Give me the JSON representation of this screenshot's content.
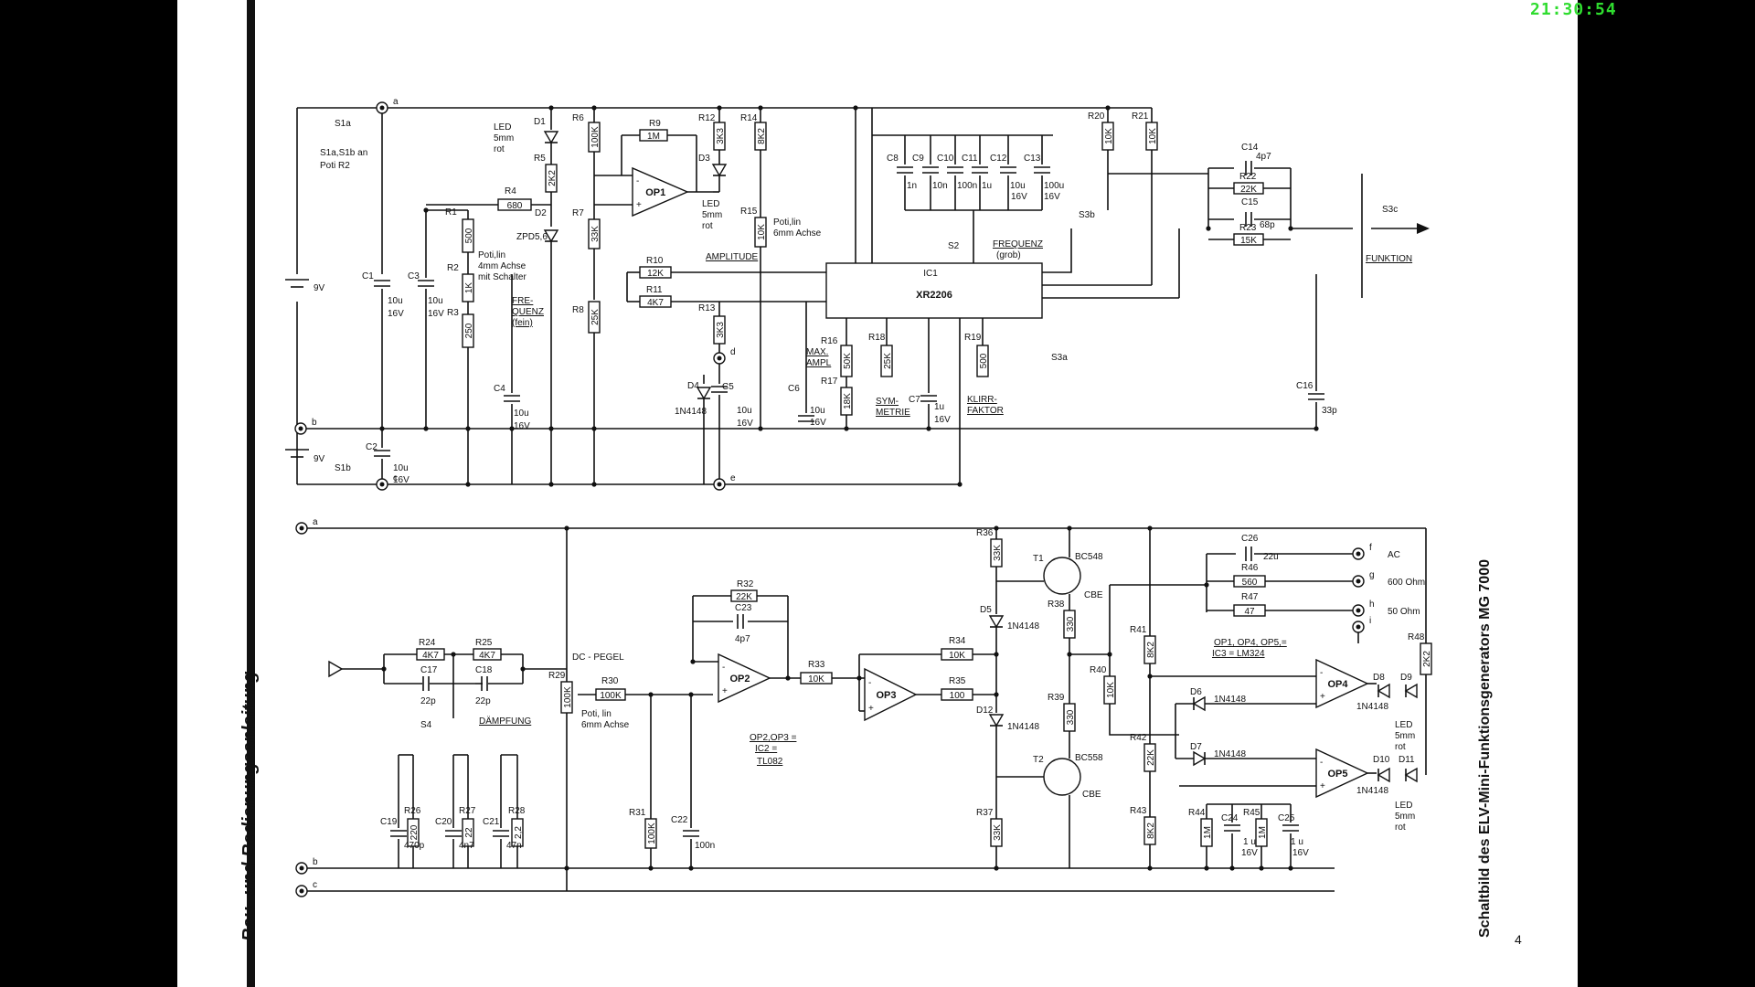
{
  "clock": "21:30:54",
  "side_title": "Bau- und Bedienungsanleitung",
  "right_title": "Schaltbild des ELV-Mini-Funktionsgenerators MG 7000",
  "page_number": "4",
  "labels": {
    "s1a": "S1a",
    "s1b": "S1b",
    "s1ab_note1": "S1a,S1b an",
    "s1ab_note2": "Poti R2",
    "batt_top": "9V",
    "batt_bot": "9V",
    "c1": "C1",
    "c1_val1": "10u",
    "c1_val2": "16V",
    "c2": "C2",
    "c2_val1": "10u",
    "c2_val2": "16V",
    "c3": "C3",
    "c3_val1": "10u",
    "c3_val2": "16V",
    "c4": "C4",
    "c4_val1": "10u",
    "c4_val2": "16V",
    "c5": "C5",
    "c5_val1": "10u",
    "c5_val2": "16V",
    "c6": "C6",
    "c6_val1": "10u",
    "c6_val2": "16V",
    "c7": "C7",
    "c7_val1": "1u",
    "c7_val2": "16V",
    "led1_a": "LED",
    "led1_b": "5mm",
    "led1_c": "rot",
    "d1": "D1",
    "r5": "R5",
    "r5_val": "2K2",
    "d2": "D2",
    "d2_val": "ZPD5,6",
    "r1": "R1",
    "r1_val": "500",
    "r2": "R2",
    "r2_val": "1K",
    "r3": "R3",
    "r3_val": "250",
    "r4": "R4",
    "r4_val": "680",
    "poti1": "Poti,lin",
    "poti2": "4mm Achse",
    "poti3": "mit Schalter",
    "freq_fein1": "FRE-",
    "freq_fein2": "QUENZ",
    "freq_fein3": "(fein)",
    "r6": "R6",
    "r6_val": "100K",
    "r7": "R7",
    "r7_val": "33K",
    "r8": "R8",
    "r8_val": "25K",
    "r9": "R9",
    "r9_val": "1M",
    "op1": "OP1",
    "r10": "R10",
    "r10_val": "12K",
    "r11": "R11",
    "r11_val": "4K7",
    "r12": "R12",
    "r12_val": "3K3",
    "d3": "D3",
    "led3_a": "LED",
    "led3_b": "5mm",
    "led3_c": "rot",
    "r13": "R13",
    "r13_val": "3K3",
    "d4": "D4",
    "d4_val": "1N4148",
    "r14": "R14",
    "r14_val": "8K2",
    "r15": "R15",
    "r15_val": "10K",
    "poti15a": "Poti,lin",
    "poti15b": "6mm Achse",
    "amplitude": "AMPLITUDE",
    "ic1": "IC1",
    "ic1_name": "XR2206",
    "c8": "C8",
    "c8_val": "1n",
    "c9": "C9",
    "c9_val": "10n",
    "c10": "C10",
    "c10_val": "100n",
    "c11": "C11",
    "c11_val": "1u",
    "c12": "C12",
    "c12_val1": "10u",
    "c12_val2": "16V",
    "c13": "C13",
    "c13_val1": "100u",
    "c13_val2": "16V",
    "s2": "S2",
    "freq_grob1": "FREQUENZ",
    "freq_grob2": "(grob)",
    "r16": "R16",
    "r16_val": "50K",
    "r17": "R17",
    "r17_val": "18K",
    "r18": "R18",
    "r18_val": "25K",
    "r19": "R19",
    "r19_val": "500",
    "maxampl1": "MAX.",
    "maxampl2": "AMPL",
    "symm1": "SYM-",
    "symm2": "METRIE",
    "klirr1": "KLIRR-",
    "klirr2": "FAKTOR",
    "s3a": "S3a",
    "s3b": "S3b",
    "s3c": "S3c",
    "r20": "R20",
    "r20_val": "10K",
    "r21": "R21",
    "r21_val": "10K",
    "c14": "C14",
    "c14_val": "4p7",
    "r22": "R22",
    "r22_val": "22K",
    "c15": "C15",
    "c15_val": "68p",
    "r23": "R23",
    "r23_val": "15K",
    "c16": "C16",
    "c16_val": "33p",
    "funktion": "FUNKTION",
    "r24": "R24",
    "r24_val": "4K7",
    "r25": "R25",
    "r25_val": "4K7",
    "c17": "C17",
    "c17_val": "22p",
    "c18": "C18",
    "c18_val": "22p",
    "dc_pegel": "DC - PEGEL",
    "r29": "R29",
    "r29_val": "100K",
    "r30": "R30",
    "r30_val": "100K",
    "poti30a": "Poti, lin",
    "poti30b": "6mm Achse",
    "s4": "S4",
    "daempfung": "DÄMPFUNG",
    "c19": "C19",
    "c19_val": "470p",
    "r26": "R26",
    "r26_val": "220",
    "c20": "C20",
    "c20_val": "4n7",
    "r27": "R27",
    "r27_val": "22",
    "c21": "C21",
    "c21_val": "47n",
    "r28": "R28",
    "r28_val": "2,2",
    "r31": "R31",
    "r31_val": "100K",
    "c22": "C22",
    "c22_val": "100n",
    "r32": "R32",
    "r32_val": "22K",
    "c23": "C23",
    "c23_val": "4p7",
    "op2": "OP2",
    "r33": "R33",
    "r33_val": "10K",
    "op3": "OP3",
    "op23_a": "OP2,OP3 =",
    "op23_b": "IC2 =",
    "op23_c": "TL082",
    "r34": "R34",
    "r34_val": "10K",
    "r35": "R35",
    "r35_val": "100",
    "r36": "R36",
    "r36_val": "33K",
    "t1": "T1",
    "t1_val": "BC548",
    "r38": "R38",
    "r38_val": "330",
    "d5": "D5",
    "d5_val": "1N4148",
    "d12": "D12",
    "d12_val": "1N4148",
    "r39": "R39",
    "r39_val": "330",
    "t2": "T2",
    "t2_val": "BC558",
    "r37": "R37",
    "r37_val": "33K",
    "cbe1": "CBE",
    "cbe2": "CBE",
    "r40": "R40",
    "r40_val": "10K",
    "r41": "R41",
    "r41_val": "8K2",
    "r42": "R42",
    "r42_val": "22K",
    "r43": "R43",
    "r43_val": "8K2",
    "c26": "C26",
    "c26_val": "22u",
    "r46": "R46",
    "r46_val": "560",
    "r47": "R47",
    "r47_val": "47",
    "ac": "AC",
    "ohm600": "600 Ohm",
    "ohm50": "50 Ohm",
    "op145_a": "OP1, OP4, OP5,=",
    "op145_b": "IC3 = LM324",
    "d6": "D6",
    "d6_val": "1N4148",
    "d7": "D7",
    "d7_val": "1N4148",
    "op4": "OP4",
    "op5": "OP5",
    "d8": "D8",
    "d8_val": "1N4148",
    "d9": "D9",
    "d10": "D10",
    "d10_val": "1N4148",
    "d11": "D11",
    "r48": "R48",
    "r48_val": "2K2",
    "led9_a": "LED",
    "led9_b": "5mm",
    "led9_c": "rot",
    "led11_a": "LED",
    "led11_b": "5mm",
    "led11_c": "rot",
    "r44": "R44",
    "r44_val": "1M",
    "c24": "C24",
    "c24_val1": "1 u",
    "c24_val2": "16V",
    "r45": "R45",
    "r45_val": "1M",
    "c25": "C25",
    "c25_val1": "1 u",
    "c25_val2": "16V",
    "term_a": "a",
    "term_b": "b",
    "term_c": "c",
    "term_d": "d",
    "term_e": "e",
    "term_f": "f",
    "term_g": "g",
    "term_h": "h",
    "term_i": "i"
  }
}
